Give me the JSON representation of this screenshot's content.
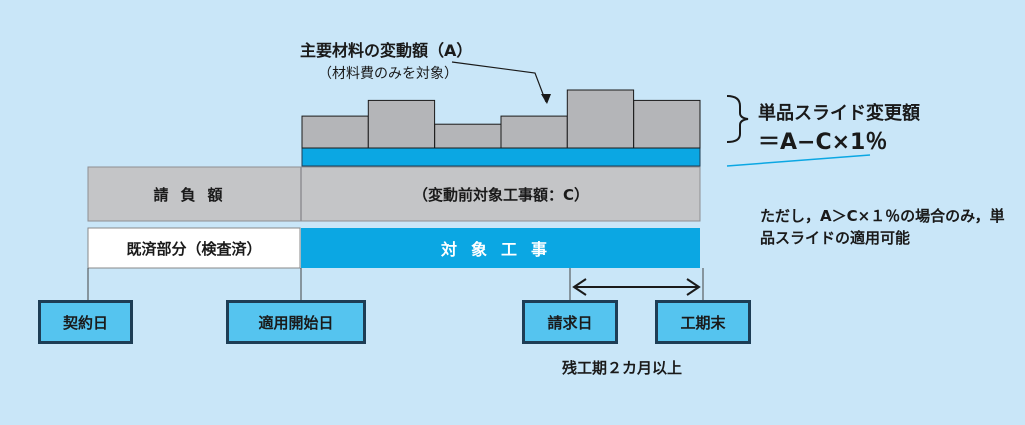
{
  "material": {
    "title": "主要材料の変動額（A）",
    "subtitle": "（材料費のみを対象）",
    "bars": [
      0.55,
      0.82,
      0.41,
      0.55,
      1.0,
      0.82
    ]
  },
  "formula": {
    "line1": "単品スライド変更額",
    "line2": "＝A−C×1％"
  },
  "blocks": {
    "contract_amount": "請負額",
    "before_change": "（変動前対象工事額：C）",
    "settled": "既済部分（検査済）",
    "target_work": "対象工事"
  },
  "note": "ただし，A＞C×１％の場合のみ，単品スライドの適用可能",
  "dates": {
    "contract": "契約日",
    "start": "適用開始日",
    "claim": "請求日",
    "end": "工期末"
  },
  "remaining": "残工期２カ月以上",
  "colors": {
    "background": "#c9e6f8",
    "cyan": "#0ba7e3",
    "gray_bar": "#b4b5b8",
    "gray_block": "#c4c5c7"
  }
}
